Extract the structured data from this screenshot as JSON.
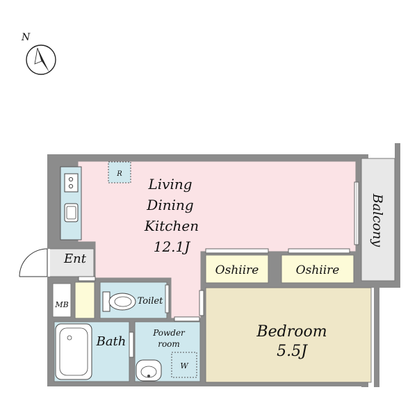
{
  "compass": {
    "north_label": "N"
  },
  "rooms": {
    "ldk": {
      "line1": "Living",
      "line2": "Dining",
      "line3": "Kitchen",
      "size": "12.1J"
    },
    "refrigerator": "R",
    "balcony": "Balcony",
    "entrance": "Ent",
    "meter_box": "MB",
    "toilet": "Toilet",
    "bath": "Bath",
    "powder_room": {
      "line1": "Powder",
      "line2": "room"
    },
    "washer": "W",
    "oshiire_left": "Oshiire",
    "oshiire_right": "Oshiire",
    "bedroom": {
      "name": "Bedroom",
      "size": "5.5J"
    }
  },
  "colors": {
    "wall": "#8c8c8c",
    "ldk_floor": "#fbe3e6",
    "bedroom_floor": "#efe7c8",
    "wet_area": "#cfe8ee",
    "closet": "#fdfbd8",
    "balcony": "#e8e8e8",
    "entrance": "#e8e8e8"
  }
}
